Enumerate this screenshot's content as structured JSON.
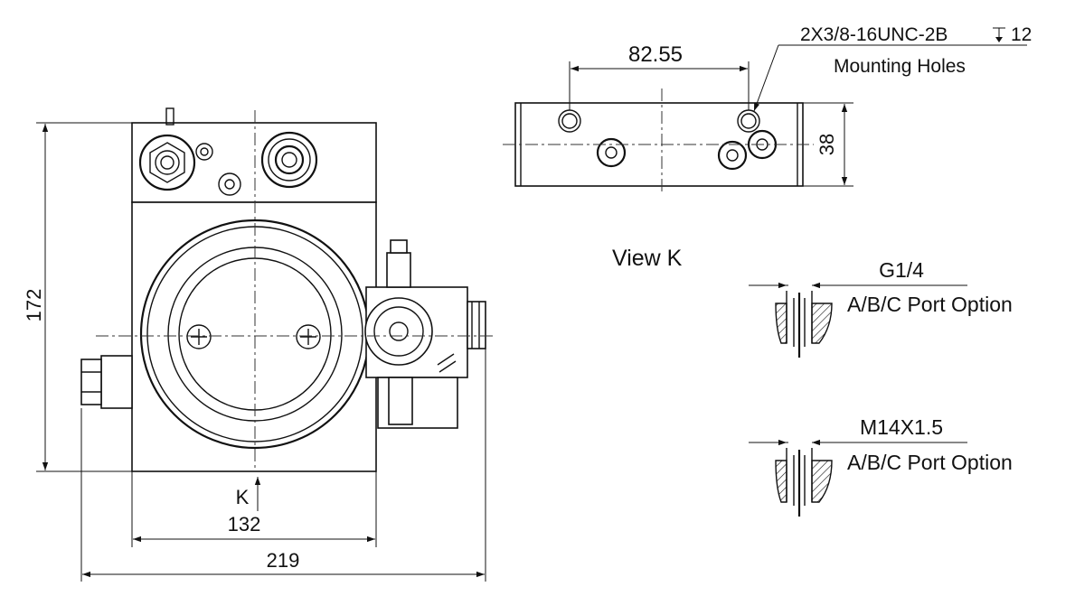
{
  "drawing": {
    "line_color": "#111111",
    "background": "#ffffff"
  },
  "dimensions": {
    "height_172": "172",
    "width_132": "132",
    "width_219": "219",
    "hole_spacing": "82.55",
    "view_height": "38"
  },
  "labels": {
    "view_marker": "K",
    "view_title": "View K",
    "mounting_thread": "2X3/8-16UNC-2B",
    "mounting_depth": "12",
    "mounting_holes": "Mounting Holes"
  },
  "port_options": [
    {
      "thread": "G1/4",
      "description": "A/B/C Port Option"
    },
    {
      "thread": "M14X1.5",
      "description": "A/B/C Port Option"
    }
  ]
}
